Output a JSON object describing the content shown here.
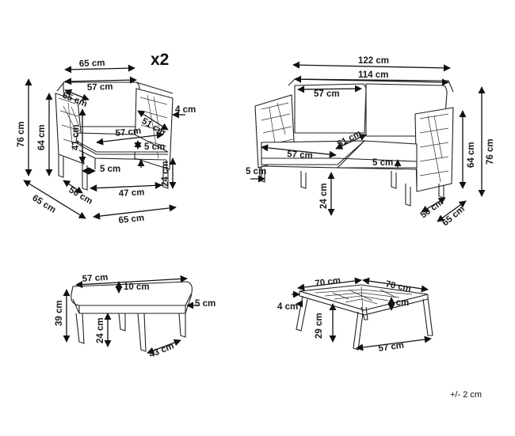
{
  "quantity_label": "x2",
  "tolerance": "+/- 2 cm",
  "armchair": {
    "width_top": "65 cm",
    "back_width": "57 cm",
    "side_depth": "65 cm",
    "arm_thickness": "4 cm",
    "total_height": "76 cm",
    "arm_height": "64 cm",
    "seat_back_height": "41 cm",
    "seat_depth_diag": "51 cm",
    "seat_width": "57 cm",
    "cushion_thickness": "5 cm",
    "leg_gap": "5 cm",
    "leg_height": "24 cm",
    "seat_depth": "50 cm",
    "inner_width": "47 cm",
    "depth_bottom": "65 cm",
    "width_bottom": "65 cm"
  },
  "sofa": {
    "total_width": "122 cm",
    "inner_width": "114 cm",
    "back_cushion_width": "57 cm",
    "seat_depth_diag": "51 cm",
    "seat_cushion_width": "57 cm",
    "cushion_thickness": "5 cm",
    "leg_gap": "5 cm",
    "leg_height": "24 cm",
    "arm_height": "64 cm",
    "total_height": "76 cm",
    "seat_depth": "50 cm",
    "depth": "65 cm"
  },
  "ottoman": {
    "cushion_width": "57 cm",
    "cushion_thickness": "10 cm",
    "frame_thickness": "5 cm",
    "total_height": "39 cm",
    "leg_height": "24 cm",
    "depth": "43 cm"
  },
  "table": {
    "width": "70 cm",
    "depth": "70 cm",
    "edge_left": "4 cm",
    "edge_right": "4 cm",
    "height": "29 cm",
    "base_width": "57 cm"
  }
}
